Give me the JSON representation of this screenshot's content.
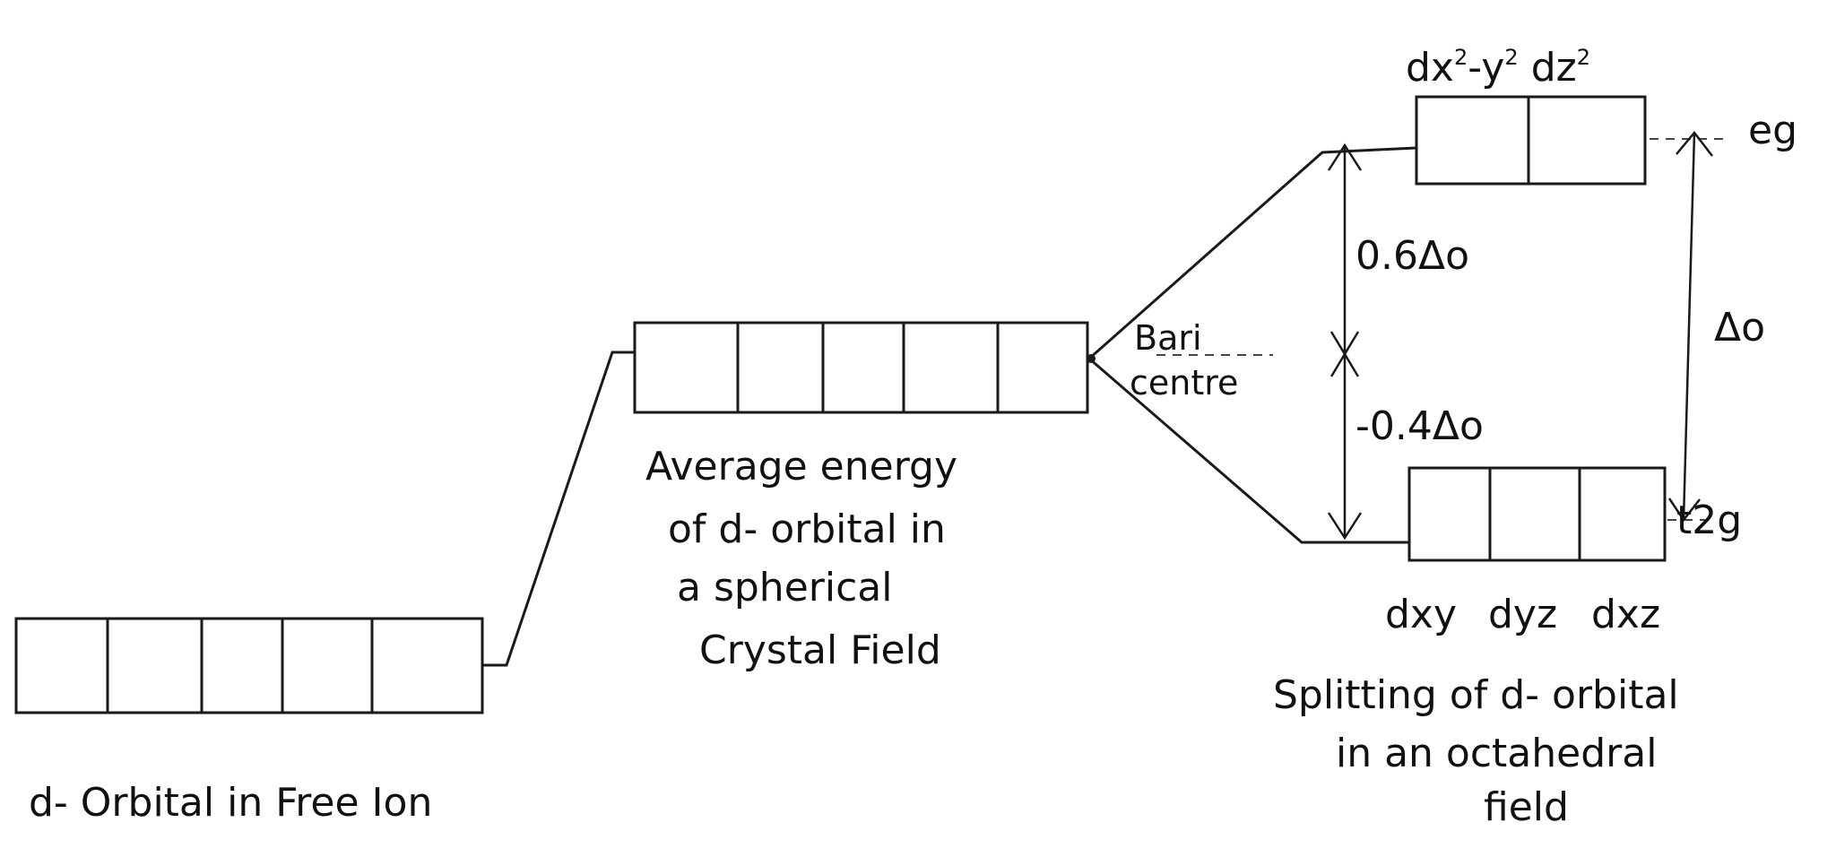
{
  "free_ion": {
    "label": "d- Orbital in Free Ion"
  },
  "spherical": {
    "caption_lines": [
      "Average energy",
      "of d- orbital in",
      "a spherical",
      "Crystal Field"
    ]
  },
  "barycentre": {
    "lines": [
      "Bari",
      "centre"
    ]
  },
  "eg": {
    "label": "eg",
    "orbital_1": "dx",
    "orbital_1_sup_a": "2",
    "orbital_1_mid": "-y",
    "orbital_1_sup_b": "2",
    "orbital_2": "dz",
    "orbital_2_sup": "2"
  },
  "t2g": {
    "label": "t2g",
    "orbitals": [
      "dxy",
      "dyz",
      "dxz"
    ]
  },
  "energies": {
    "upper": "0.6Δo",
    "lower": "-0.4Δo",
    "total": "Δo"
  },
  "octahedral": {
    "caption_lines": [
      "Splitting of d- orbital",
      "in an octahedral",
      "field"
    ]
  }
}
